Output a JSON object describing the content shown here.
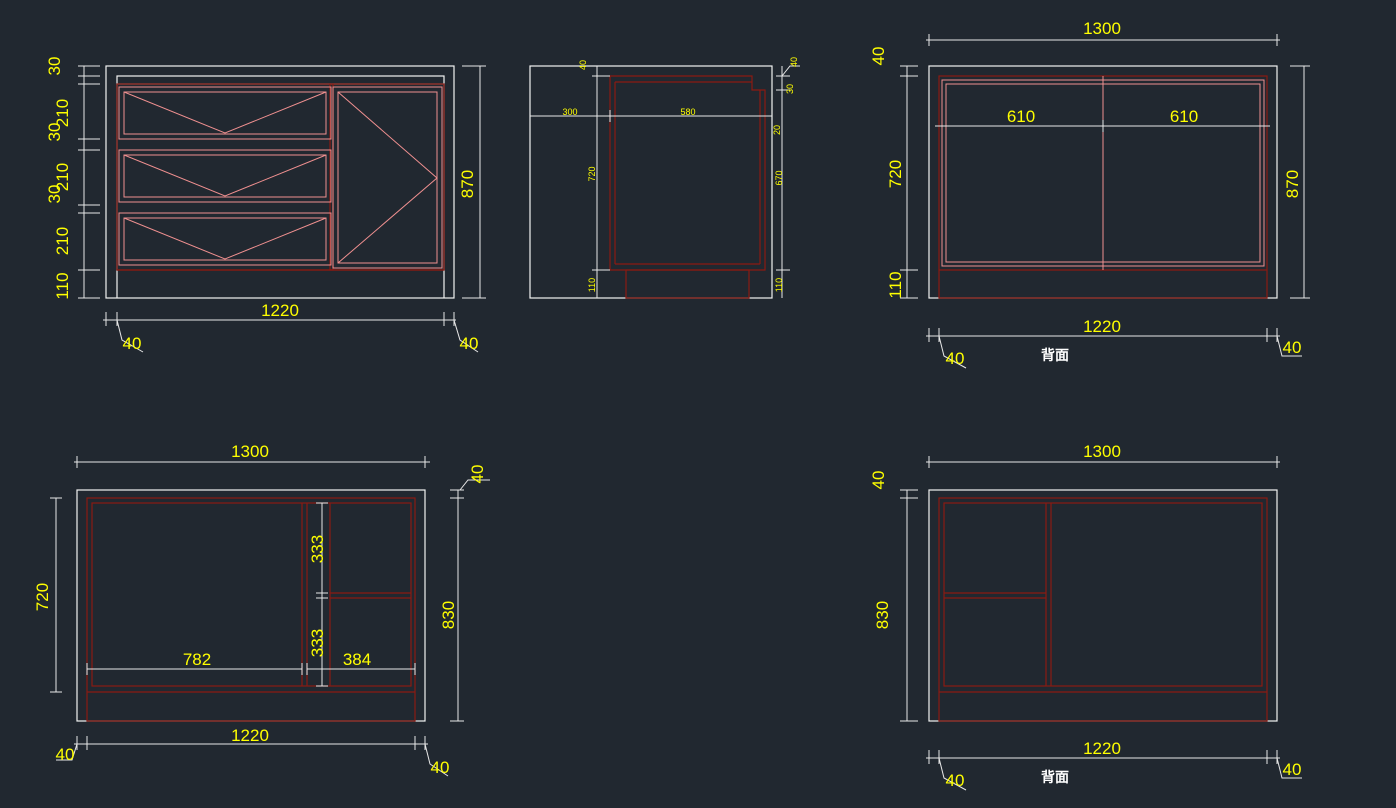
{
  "colors": {
    "background": "#212830",
    "outline": "#f2f2f2",
    "frame_dark": "#8b1a12",
    "frame_light": "#f09090",
    "dim_line": "#e8e8e8",
    "dim_text": "#ffff00",
    "caption": "#ffffff"
  },
  "drawings": [
    {
      "id": "front-elevation",
      "name": "front-elevation",
      "dimensions": {
        "left_stack": [
          "30",
          "210",
          "30",
          "210",
          "30",
          "210",
          "110"
        ],
        "height": "870",
        "width": "1220",
        "side_left": "40",
        "side_right": "40"
      }
    },
    {
      "id": "side-section",
      "name": "side-section",
      "dimensions": {
        "top_left": "40",
        "depth_left": "300",
        "depth_right": "580",
        "height_inner": "720",
        "base_left": "110",
        "top_right_a": "40",
        "top_right_b": "30",
        "right_gap": "20",
        "height_right": "670",
        "base_right": "110"
      }
    },
    {
      "id": "back-elevation",
      "name": "back-elevation",
      "caption": "背面",
      "dimensions": {
        "overall_width": "1300",
        "top": "40",
        "panel_left": "610",
        "panel_right": "610",
        "height_left": "720",
        "base_left": "110",
        "height_right": "870",
        "width": "1220",
        "side_left": "40",
        "side_right": "40"
      }
    },
    {
      "id": "front-interior",
      "name": "front-interior-layout",
      "dimensions": {
        "overall_width": "1300",
        "top_right": "40",
        "height_left": "720",
        "shelf_upper": "333",
        "shelf_lower": "333",
        "compartment_left": "782",
        "compartment_right": "384",
        "height_right": "830",
        "width": "1220",
        "side_left": "40",
        "side_right": "40"
      }
    },
    {
      "id": "back-interior",
      "name": "back-interior-layout",
      "caption": "背面",
      "dimensions": {
        "overall_width": "1300",
        "top": "40",
        "height_left": "830",
        "width": "1220",
        "side_left": "40",
        "side_right": "40"
      }
    }
  ]
}
